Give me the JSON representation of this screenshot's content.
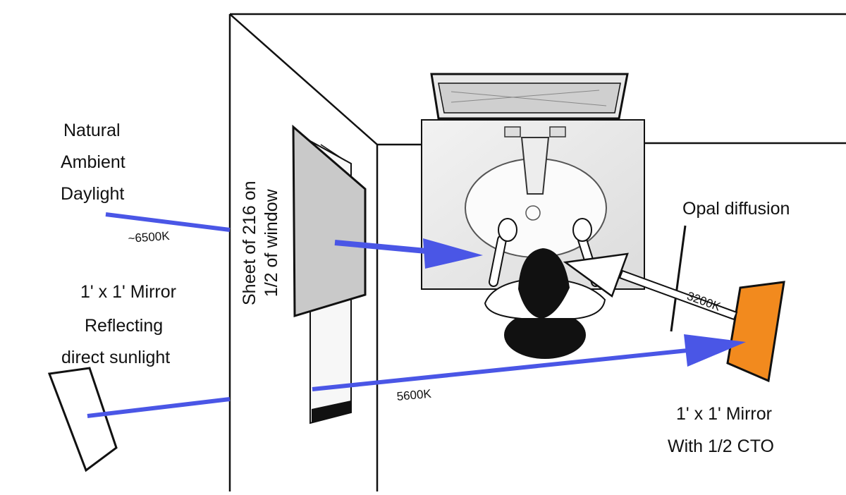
{
  "labels": {
    "natural_line1": "Natural",
    "natural_line2": "Ambient",
    "natural_line3": "Daylight",
    "temp_6500": "~6500K",
    "mirror_left_line1": "1' x 1' Mirror",
    "mirror_left_line2": "Reflecting",
    "mirror_left_line3": "direct sunlight",
    "sheet_line1": "Sheet of 216 on",
    "sheet_line2": "1/2 of window",
    "opal": "Opal diffusion",
    "temp_3200": "3200K",
    "temp_5600": "5600K",
    "mirror_right_line1": "1' x 1' Mirror",
    "mirror_right_line2": "With 1/2 CTO"
  },
  "colors": {
    "ray_blue": "#4a56e6",
    "cto_orange": "#f28a1e",
    "diffusion_gray": "#c9c9c9",
    "line": "#111111"
  }
}
